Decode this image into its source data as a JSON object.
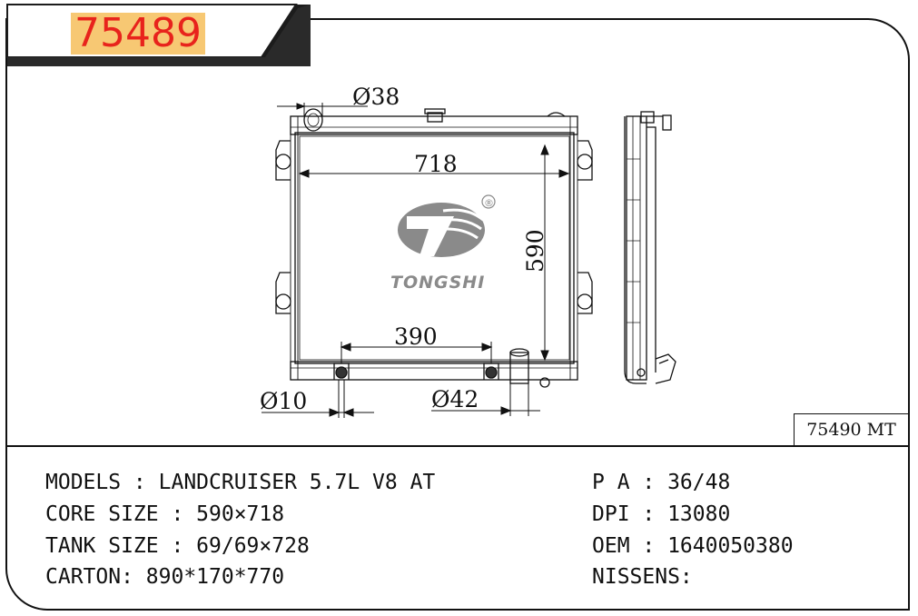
{
  "header": {
    "part_number": "75489"
  },
  "drawing": {
    "dim_top_diameter": "Ø38",
    "dim_width": "718",
    "dim_height": "590",
    "dim_spacing": "390",
    "dim_small_diameter": "Ø10",
    "dim_outlet_diameter": "Ø42",
    "brand_name": "TONGSHI",
    "registered_mark": "®",
    "ref_code": "75490 MT"
  },
  "specs": {
    "models": "MODELS : LANDCRUISER 5.7L V8 AT",
    "core_size": "CORE SIZE : 590×718",
    "tank_size": "TANK SIZE : 69/69×728",
    "carton": "CARTON: 890*170*770",
    "pa": "P A : 36/48",
    "dpi": "DPI : 13080",
    "oem": "OEM : 1640050380",
    "nissens": "NISSENS:"
  },
  "colors": {
    "part_number_text": "#e8231c",
    "part_number_highlight": "#f7c873",
    "logo_gray": "#8a8a8a"
  }
}
